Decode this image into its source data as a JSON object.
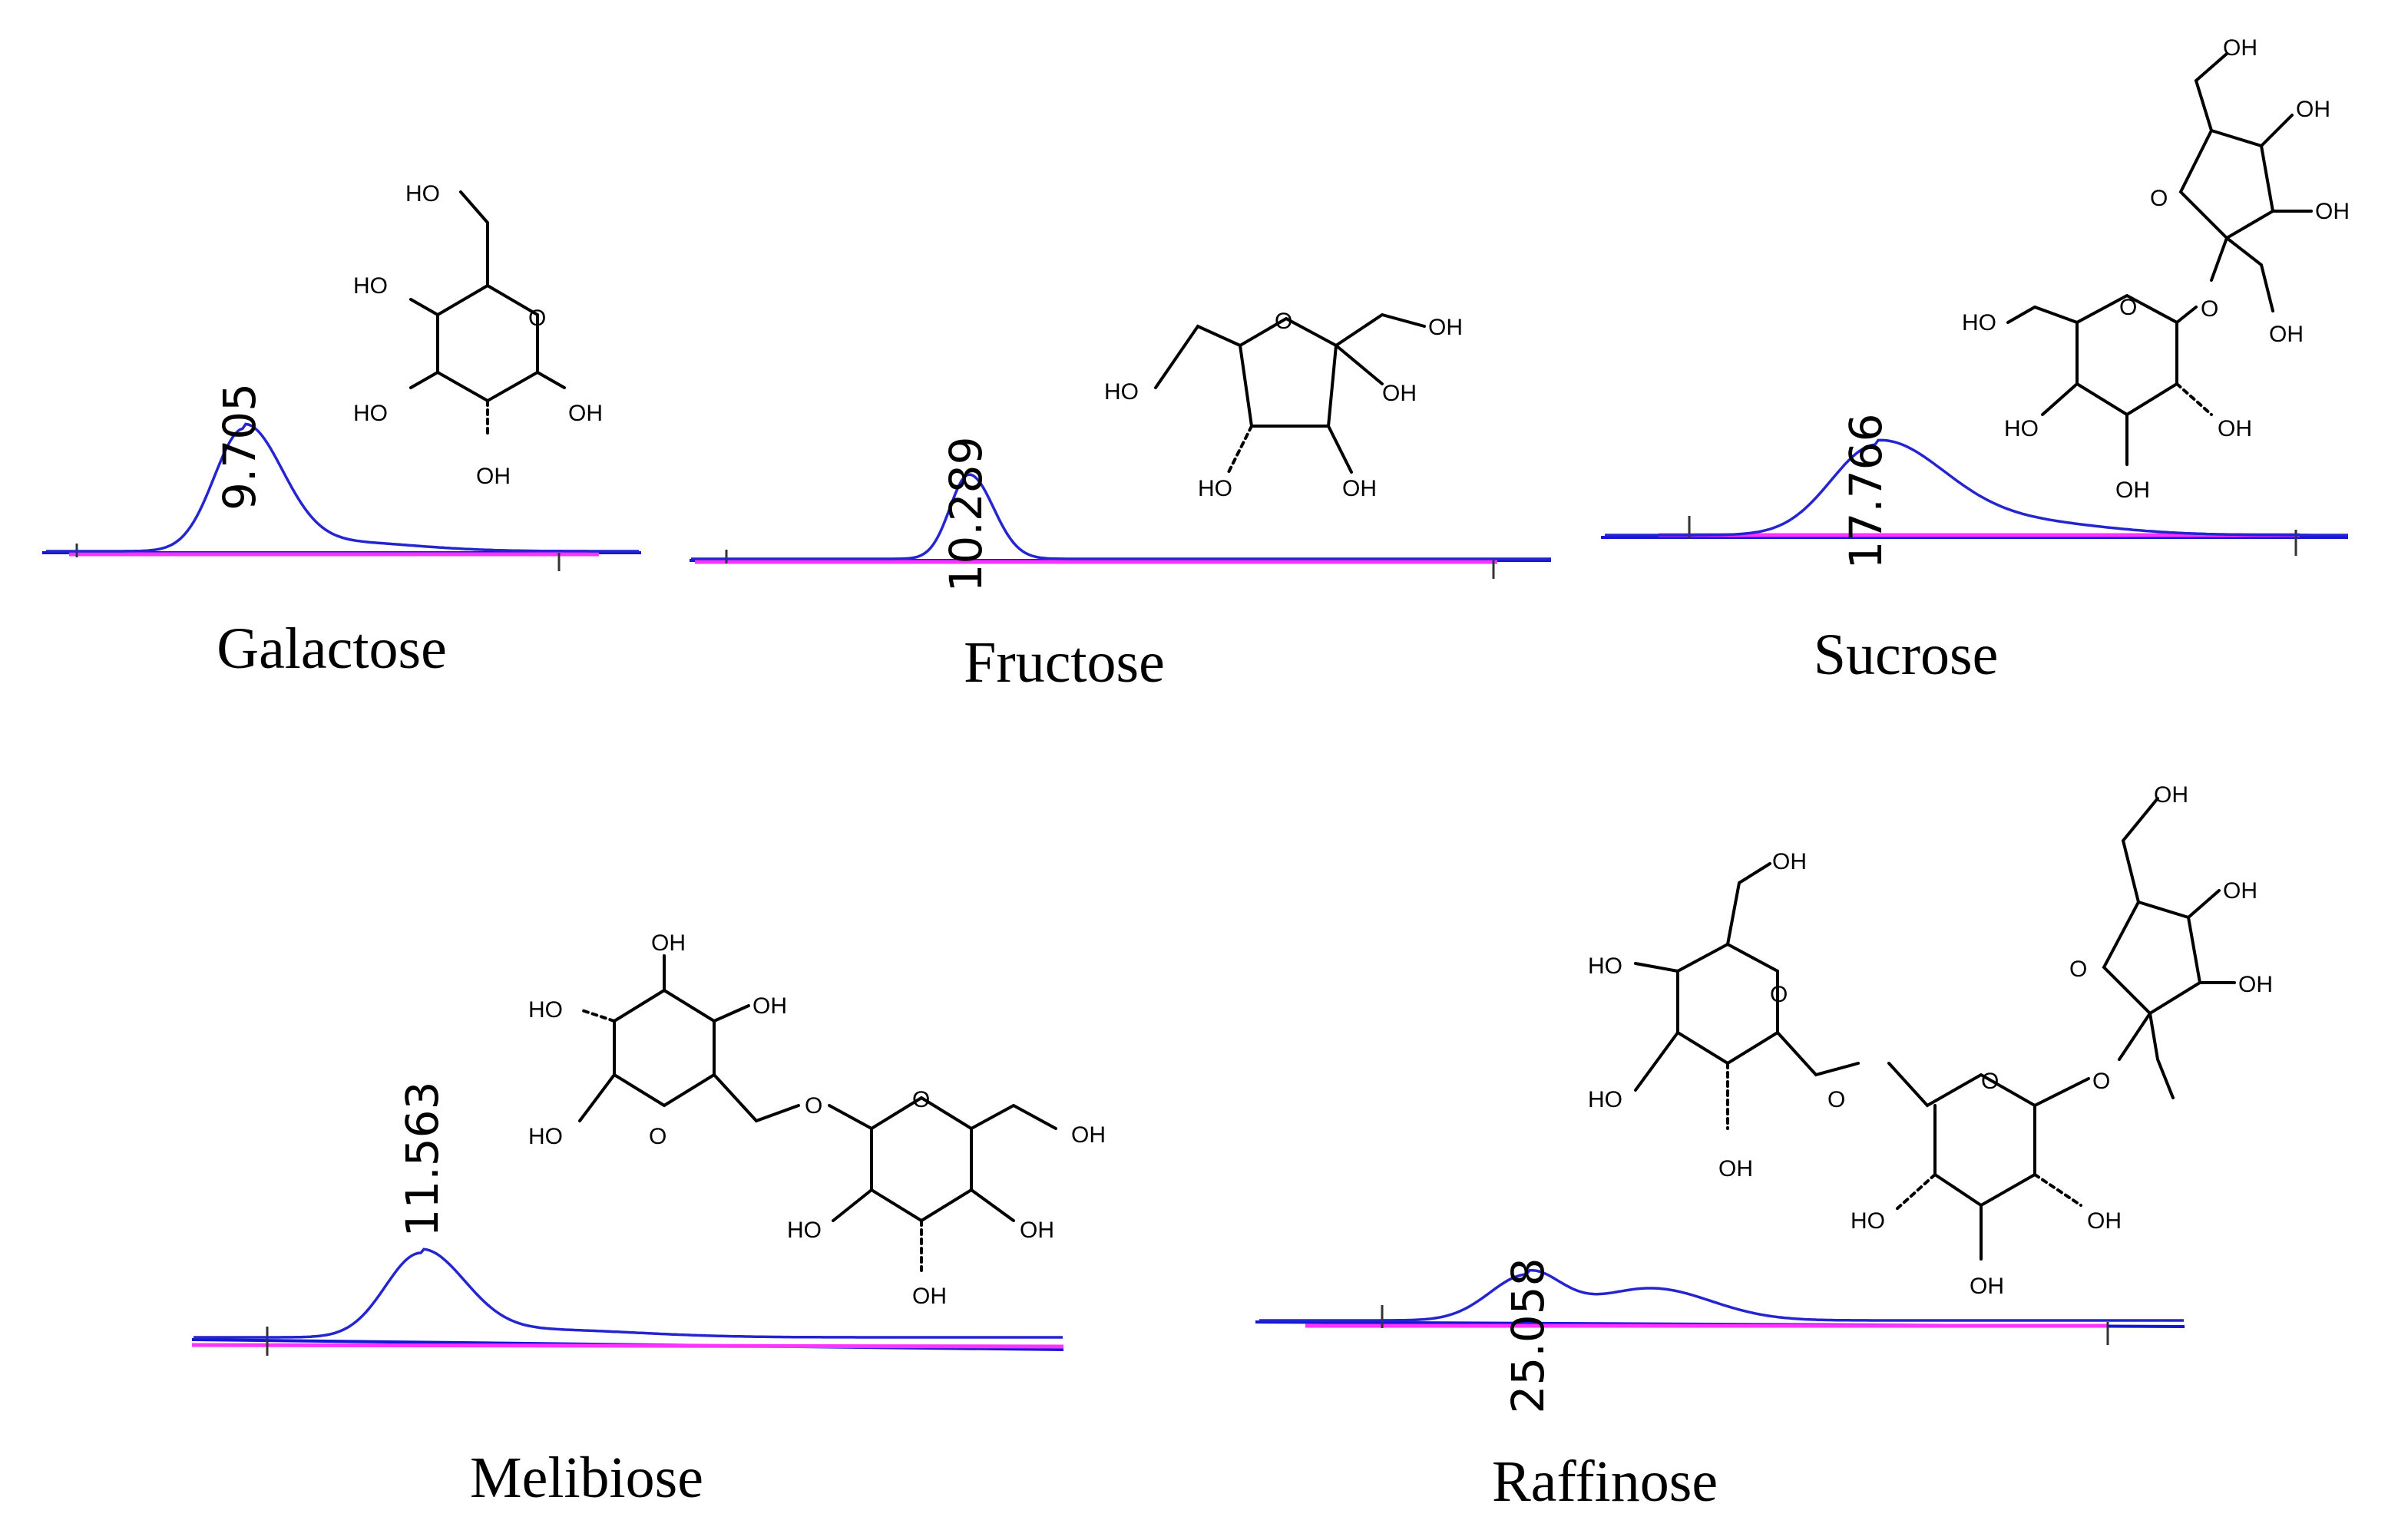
{
  "chart_data": [
    {
      "type": "line",
      "series": [
        {
          "name": "Galactose",
          "peak_retention_time": 9.705
        }
      ],
      "peak_label": "9.705",
      "caption": "Galactose",
      "structure_atoms": [
        "HO",
        "HO",
        "HO",
        "O",
        "OH",
        "OH"
      ]
    },
    {
      "type": "line",
      "series": [
        {
          "name": "Fructose",
          "peak_retention_time": 10.289
        }
      ],
      "peak_label": "10.289",
      "caption": "Fructose",
      "structure_atoms": [
        "HO",
        "O",
        "OH",
        "OH",
        "HO",
        "OH"
      ]
    },
    {
      "type": "line",
      "series": [
        {
          "name": "Sucrose",
          "peak_retention_time": 17.766
        }
      ],
      "peak_label": "17.766",
      "caption": "Sucrose",
      "structure_atoms": [
        "OH",
        "OH",
        "O",
        "OH",
        "HO",
        "O",
        "O",
        "OH",
        "HO",
        "OH",
        "OH"
      ]
    },
    {
      "type": "line",
      "series": [
        {
          "name": "Melibiose",
          "peak_retention_time": 11.563
        }
      ],
      "peak_label": "11.563",
      "caption": "Melibiose",
      "structure_atoms": [
        "OH",
        "HO",
        "OH",
        "HO",
        "O",
        "O",
        "O",
        "OH",
        "HO",
        "OH",
        "OH"
      ]
    },
    {
      "type": "line",
      "series": [
        {
          "name": "Raffinose",
          "peak_retention_time": 25.058
        }
      ],
      "peak_label": "25.058",
      "caption": "Raffinose",
      "structure_atoms": [
        "OH",
        "HO",
        "O",
        "HO",
        "OH",
        "O",
        "O",
        "OH",
        "O",
        "O",
        "OH",
        "OH",
        "HO",
        "OH",
        "OH"
      ]
    }
  ],
  "colors": {
    "trace": "#2424d0",
    "baseline": "#1515d6",
    "integration": "#ff33ff",
    "text": "#000000"
  }
}
